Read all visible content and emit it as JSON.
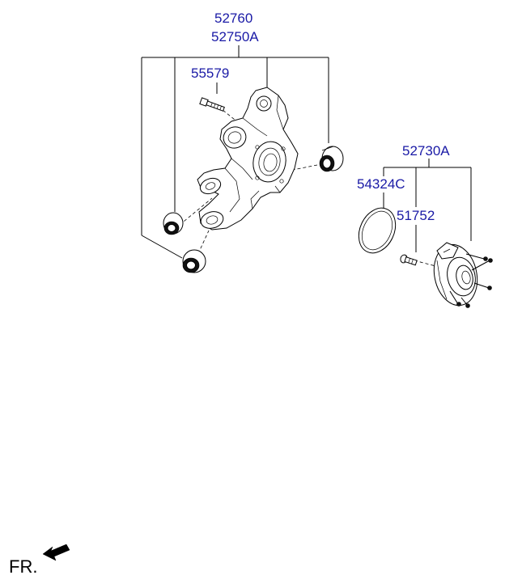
{
  "labels": {
    "knuckle_lh": "52760",
    "knuckle_rh": "52750A",
    "bolt": "55579",
    "hub_assembly": "52730A",
    "o_ring": "54324C",
    "hub_bolt": "51752"
  },
  "direction": {
    "label": "FR."
  },
  "colors": {
    "label_text": "#1a1aa6",
    "lines": "#000000",
    "background": "#ffffff"
  }
}
